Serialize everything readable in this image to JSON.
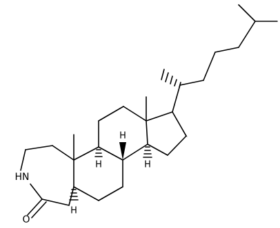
{
  "molecule": {
    "atom_labels": {
      "nitrogen": "HN",
      "oxygen": "O",
      "hydrogen": "H"
    },
    "stereo_hydrogen_count": 4,
    "methyl_count": 5
  },
  "colors": {
    "bond": "#000000",
    "background": "#ffffff"
  }
}
